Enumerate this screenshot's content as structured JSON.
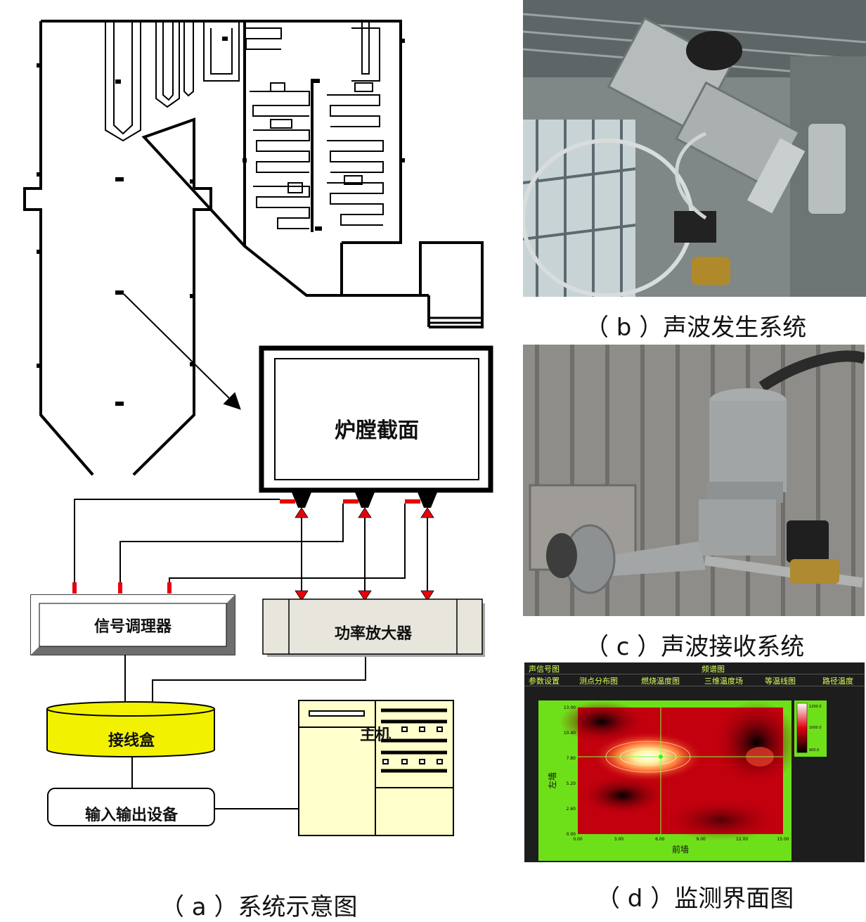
{
  "diagram_a": {
    "furnace_section_label": "炉膛截面",
    "signal_conditioner_label": "信号调理器",
    "power_amplifier_label": "功率放大器",
    "junction_box_label": "接线盒",
    "io_device_label": "输入输出设备",
    "host_label": "主机",
    "caption": "（ a ）系统示意图"
  },
  "photo_b": {
    "caption": "（ b ）声波发生系统"
  },
  "photo_c": {
    "caption": "（ c ）声波接收系统"
  },
  "photo_d": {
    "caption": "（ d ）监测界面图",
    "tabs_row1": [
      "声信号图",
      "频谱图"
    ],
    "tabs_row2": [
      "参数设置",
      "测点分布图",
      "燃烧温度图",
      "三维温度场",
      "等温线图",
      "路径温度"
    ],
    "chart_data": {
      "type": "heatmap",
      "xlabel": "前墙",
      "ylabel": "左墙",
      "x_ticks": [
        "0.00",
        "3.00",
        "6.00",
        "9.00",
        "12.00",
        "15.00"
      ],
      "y_ticks": [
        "0.00",
        "2.60",
        "5.20",
        "7.80",
        "10.40",
        "13.00"
      ],
      "colorbar_ticks": [
        "1200.0",
        "1000.0",
        "900.0"
      ],
      "hotspot": [
        6.0,
        7.8
      ]
    }
  },
  "colors": {
    "signal_red": "#e8000b",
    "junction_yellow": "#f2f200",
    "amp_fill": "#e7e5dc",
    "host_fill": "#ffffcc",
    "ui_green": "#7ed321"
  }
}
